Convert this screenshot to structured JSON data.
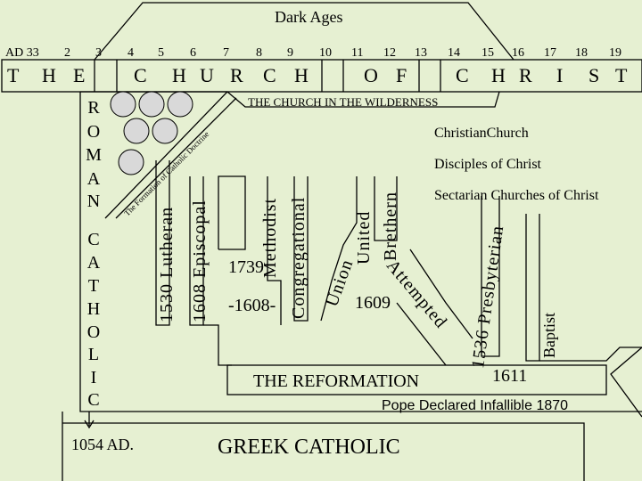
{
  "dark_ages": "Dark Ages",
  "timeline": {
    "ad_label": "AD 33",
    "numbers": [
      "2",
      "3",
      "4",
      "5",
      "6",
      "7",
      "8",
      "9",
      "10",
      "11",
      "12",
      "13",
      "14",
      "15",
      "16",
      "17",
      "18",
      "19"
    ]
  },
  "banner_letters": [
    "T",
    "H",
    "E",
    "C",
    "H",
    "U",
    "R",
    "C",
    "H",
    "O",
    "F",
    "C",
    "H",
    "R",
    "I",
    "S",
    "T"
  ],
  "wilderness": "THE CHURCH IN THE WILDERNESS",
  "formation": "The Formation of Catholic Doctrine",
  "roman_catholic": [
    "R",
    "O",
    "M",
    "A",
    "N",
    "C",
    "A",
    "T",
    "H",
    "O",
    "L",
    "I",
    "C"
  ],
  "denominations": {
    "lutheran": "1530 Lutheran",
    "episcopal": "1608 Episcopal",
    "methodist_year": "1739",
    "methodist": "Methodist",
    "congregational_year": "-1608-",
    "congregational": "Congregational",
    "union": "Union",
    "united": "United",
    "brethern": "Brethern",
    "attempted": "Attempted",
    "attempted_year": "1609",
    "presbyterian": "1536 Presbyterian",
    "baptist": "Baptist",
    "baptist_year": "1611"
  },
  "right_labels": {
    "christian_church": "ChristianChurch",
    "disciples": "Disciples of Christ",
    "sectarian": "Sectarian Churches of Christ"
  },
  "reformation": "THE REFORMATION",
  "pope": "Pope Declared Infallible 1870",
  "split_year": "1054 AD.",
  "greek_catholic": "GREEK CATHOLIC",
  "colors": {
    "background": "#e6f0d2",
    "circles": "#d9d9d9",
    "ink": "#000000"
  }
}
